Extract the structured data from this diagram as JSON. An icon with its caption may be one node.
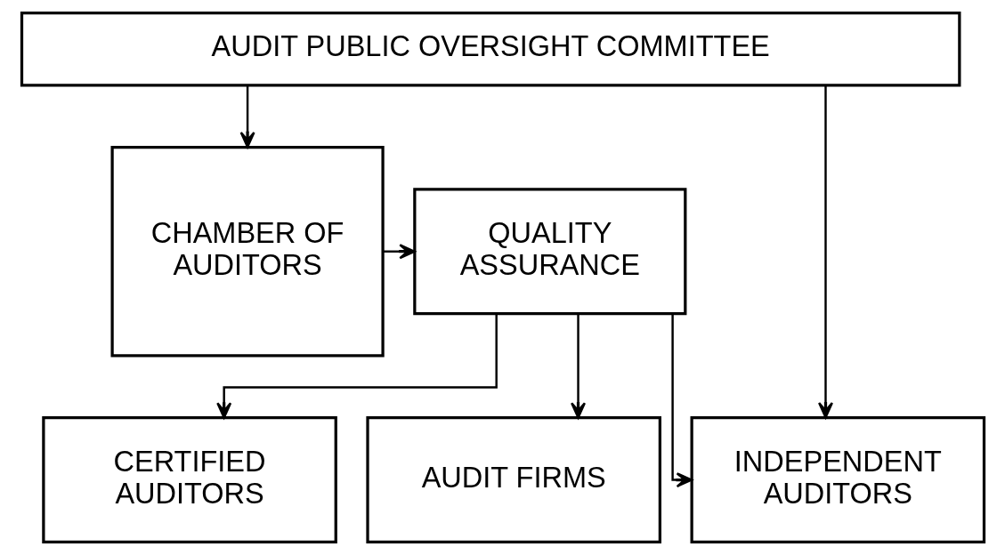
{
  "diagram": {
    "nodes": [
      {
        "text": [
          "AUDIT PUBLIC OVERSIGHT COMMITTEE"
        ]
      },
      {
        "text": [
          "CHAMBER OF AUDITORS"
        ]
      },
      {
        "text": [
          "QUALITY ASSURANCE"
        ]
      },
      {
        "text": [
          "INDEPENDENT AUDITORS"
        ]
      },
      {
        "text": [
          "CERTIFIED AUDITORS"
        ]
      },
      {
        "text": [
          "AUDIT FIRMS"
        ]
      }
    ],
    "edges": [
      {
        "from": 0,
        "to": 1,
        "arrow": "to"
      },
      {
        "from": 0,
        "to": 3,
        "arrow": "to"
      },
      {
        "from": 1,
        "to": 2,
        "arrow": "to"
      },
      {
        "from": 2,
        "to": 3,
        "arrow": "to"
      },
      {
        "from": 2,
        "to": 4,
        "arrow": "to"
      },
      {
        "from": 2,
        "to": 5,
        "arrow": "to"
      }
    ]
  }
}
